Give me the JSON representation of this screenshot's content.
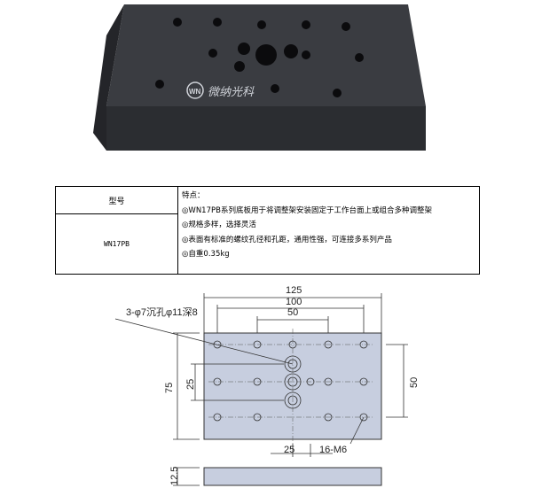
{
  "photo": {
    "logo_mark": "WN",
    "logo_text": "微纳光科",
    "colors": {
      "plate": "#2b2d31",
      "plate_top": "#3a3c41",
      "hole": "#0b0b0d"
    }
  },
  "table": {
    "model_header": "型号",
    "model_value": "WN17PB",
    "features_header": "特点：",
    "features": [
      "WN17PB系列底板用于将调整架安装固定于工作台面上或组合多种调整架",
      "规格多样，选择灵活",
      "表面有标准的螺纹孔径和孔距，通用性强，可连接多系列产品",
      "自重0.35kg"
    ],
    "bullet": "◎"
  },
  "drawing": {
    "dim_width": "125",
    "dim_hole_span": "100",
    "dim_half": "50",
    "dim_height": "75",
    "dim_inner": "25",
    "dim_right": "50",
    "dim_bottom": "25",
    "counterbore_note": "3-φ7沉孔φ11深8",
    "thread_note": "16-M6",
    "dim_thickness": "12.5",
    "colors": {
      "plate": "#c7cedf",
      "line": "#333333"
    }
  }
}
